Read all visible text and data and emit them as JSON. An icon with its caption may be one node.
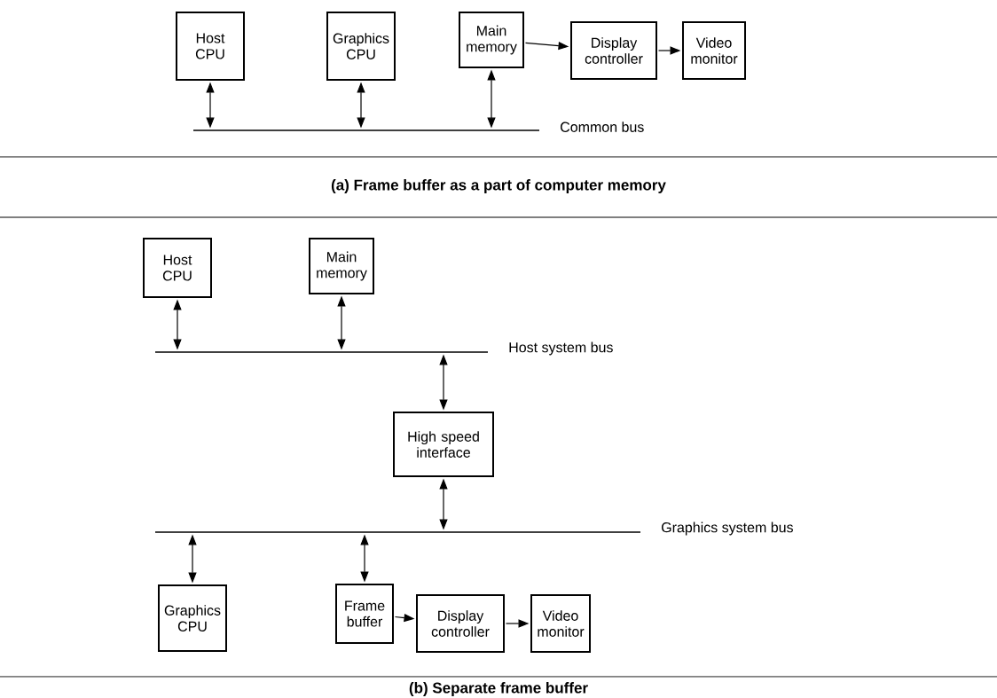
{
  "diagram": {
    "nodes": [
      {
        "text": [
          "Host CPU"
        ]
      },
      {
        "text": [
          "Graphics CPU"
        ]
      },
      {
        "text": [
          "Main memory"
        ]
      },
      {
        "text": [
          "Display controller"
        ]
      },
      {
        "text": [
          "Video monitor"
        ]
      },
      {
        "text": [],
        "shape": "bar",
        "beside": [
          "Common bus"
        ]
      },
      {
        "text": [
          "Host CPU"
        ]
      },
      {
        "text": [
          "Main memory"
        ]
      },
      {
        "text": [],
        "shape": "bar",
        "beside": [
          "Host system bus"
        ]
      },
      {
        "text": [
          "High speed interface"
        ]
      },
      {
        "text": [],
        "shape": "bar",
        "beside": [
          "Graphics system bus"
        ]
      },
      {
        "text": [
          "Graphics CPU"
        ]
      },
      {
        "text": [
          "Frame buffer"
        ]
      },
      {
        "text": [
          "Display controller"
        ]
      },
      {
        "text": [
          "Video monitor"
        ]
      }
    ],
    "edges": [
      {
        "from": 0,
        "to": 5,
        "arrow": "both"
      },
      {
        "from": 1,
        "to": 5,
        "arrow": "both"
      },
      {
        "from": 2,
        "to": 5,
        "arrow": "both"
      },
      {
        "from": 2,
        "to": 3,
        "arrow": "to"
      },
      {
        "from": 3,
        "to": 4,
        "arrow": "to"
      },
      {
        "from": 6,
        "to": 8,
        "arrow": "both"
      },
      {
        "from": 7,
        "to": 8,
        "arrow": "both"
      },
      {
        "from": 8,
        "to": 9,
        "arrow": "both"
      },
      {
        "from": 9,
        "to": 10,
        "arrow": "both"
      },
      {
        "from": 10,
        "to": 11,
        "arrow": "both"
      },
      {
        "from": 10,
        "to": 12,
        "arrow": "both"
      },
      {
        "from": 12,
        "to": 13,
        "arrow": "to"
      },
      {
        "from": 13,
        "to": 14,
        "arrow": "to"
      }
    ],
    "labels": [
      "(a) Frame buffer as a part of computer memory",
      "(b) Separate frame buffer"
    ]
  }
}
